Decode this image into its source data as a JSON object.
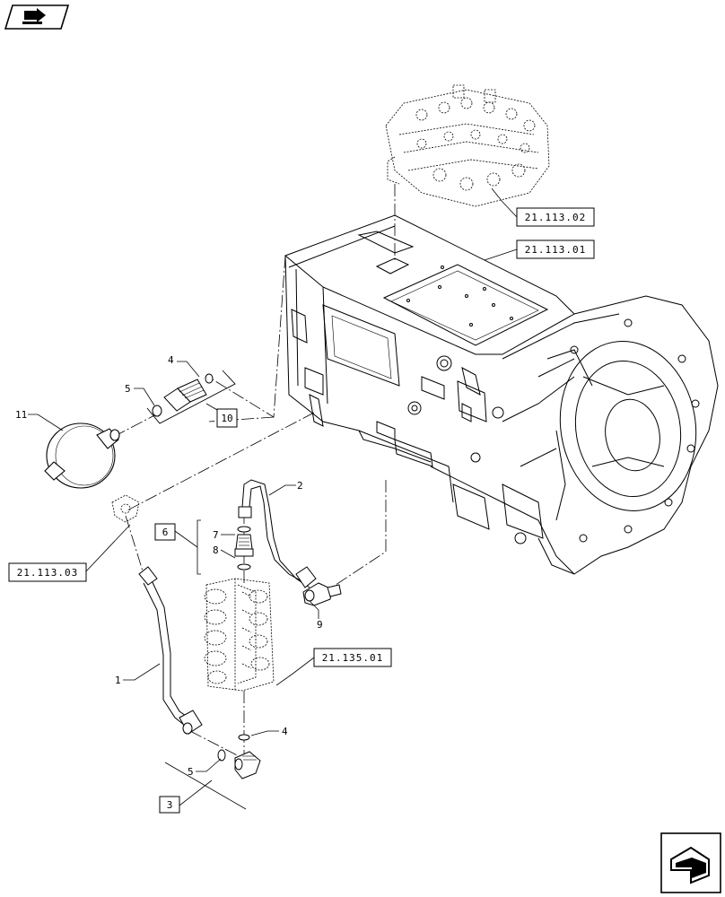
{
  "navigation": {
    "top_icon": "book-arrow-icon",
    "bottom_icon": "return-arrow-icon"
  },
  "references": {
    "ref_21_113_02": "21.113.02",
    "ref_21_113_01": "21.113.01",
    "ref_21_113_03": "21.113.03",
    "ref_21_135_01": "21.135.01"
  },
  "boxed_items": {
    "item_10": "10",
    "item_6": "6",
    "item_3": "3"
  },
  "part_numbers": {
    "p11": "11",
    "p5_upper": "5",
    "p4_upper": "4",
    "p2": "2",
    "p7": "7",
    "p8": "8",
    "p9": "9",
    "p1": "1",
    "p4_lower": "4",
    "p5_lower": "5"
  },
  "colors": {
    "line": "#000000",
    "background": "#ffffff"
  }
}
